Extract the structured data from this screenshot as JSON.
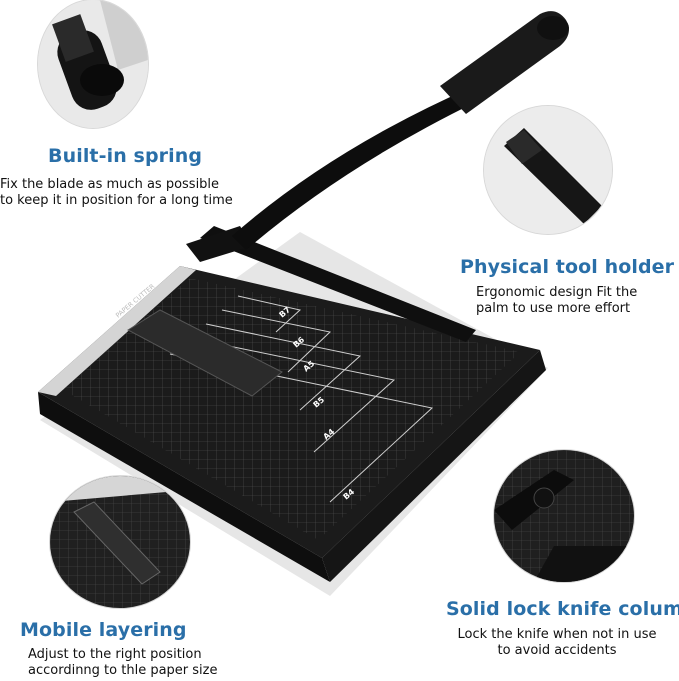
{
  "colors": {
    "accent": "#2a6fa8",
    "text": "#111111",
    "board": "#1b1b1b",
    "metal": "#d4d4d4"
  },
  "product": {
    "label_text": "PAPER CUTTER",
    "size_marks": [
      "B7",
      "B6",
      "A5",
      "B5",
      "A4",
      "B4"
    ]
  },
  "features": [
    {
      "title": "Built-in spring",
      "desc_lines": [
        "Fix the blade as much as possible",
        "to keep it in position for a long time"
      ]
    },
    {
      "title": "Physical tool holder",
      "desc_lines": [
        "Ergonomic design Fit the",
        "palm to use more effort"
      ]
    },
    {
      "title": "Mobile layering",
      "desc_lines": [
        "Adjust to the right position",
        "accordinng to thle paper size"
      ]
    },
    {
      "title": "Solid lock knife column",
      "desc_lines": [
        "Lock the knife when not in use",
        "to avoid accidents"
      ]
    }
  ]
}
